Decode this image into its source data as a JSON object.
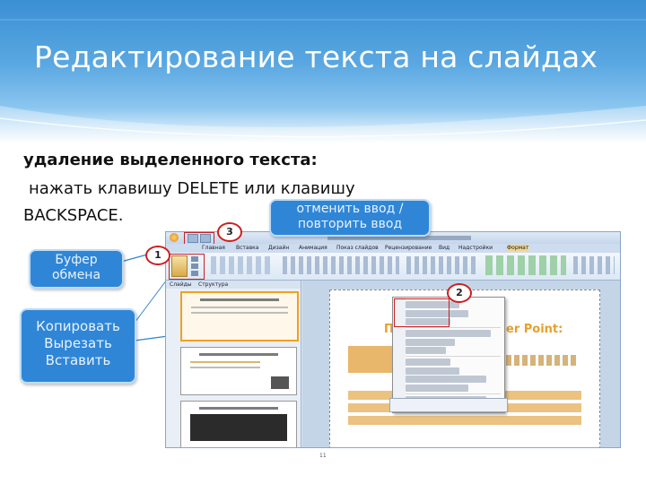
{
  "slide": {
    "title": "Редактирование текста на слайдах",
    "line1": "удаление выделенного текста:",
    "line2": "нажать клавишу DELETE или клавишу",
    "line3": "BACKSPACE."
  },
  "callouts": {
    "undo_redo": {
      "line1": "отменить ввод /",
      "line2": "повторить ввод"
    },
    "clipboard": {
      "line1": "Буфер",
      "line2": "обмена"
    },
    "commands": {
      "line1": "Копировать",
      "line2": "Вырезать",
      "line3": "Вставить"
    }
  },
  "badges": {
    "b1": "1",
    "b2": "2",
    "b3": "3"
  },
  "app": {
    "ribbon_tabs": [
      "Главная",
      "Вставка",
      "Дизайн",
      "Анимация",
      "Показ слайдов",
      "Рецензирование",
      "Вид",
      "Надстройки",
      "Формат"
    ],
    "panel_tabs": [
      "Слайды",
      "Структура"
    ],
    "slide_heading_left": "Пр",
    "slide_heading_right": "er Point:"
  },
  "page_number": "11",
  "colors": {
    "accent": "#2f86d6",
    "badge_border": "#cc1f1f",
    "highlight": "#f2c36b"
  },
  "icons": [
    "undo-icon",
    "paste-icon",
    "context-menu"
  ]
}
